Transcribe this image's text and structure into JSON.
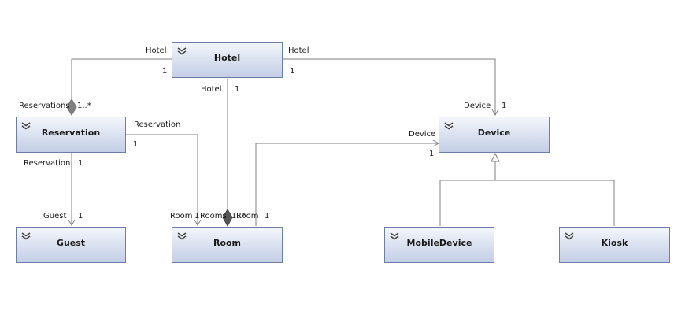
{
  "diagram": {
    "classes": {
      "hotel": "Hotel",
      "reservation": "Reservation",
      "device": "Device",
      "guest": "Guest",
      "room": "Room",
      "mobile_device": "MobileDevice",
      "kiosk": "Kiosk"
    },
    "labels": {
      "hotel_left_role": "Hotel",
      "hotel_left_mult": "1",
      "hotel_right_role": "Hotel",
      "hotel_right_mult": "1",
      "hotel_bottom_role": "Hotel",
      "hotel_bottom_mult": "1",
      "reservations_role": "Reservations",
      "reservations_mult": "1..*",
      "device_top_role": "Device",
      "device_top_mult": "1",
      "reservation_right_role": "Reservation",
      "reservation_right_mult": "1",
      "device_left_role": "Device",
      "device_left_mult": "1",
      "reservation_bottom_role": "Reservation",
      "reservation_bottom_mult": "1",
      "guest_role": "Guest",
      "guest_mult": "1",
      "room_role_1": "Room",
      "room_mult_1": "1",
      "rooms_role": "Rooms",
      "rooms_mult": "1..*",
      "room_role_2": "Room",
      "room_mult_2": "1"
    },
    "colors": {
      "box_border": "#6b7fa6",
      "box_fill_top": "#f4f6fb",
      "box_fill_bottom": "#c3cee5",
      "connector": "#7f7f7f",
      "diamond": "#808080",
      "diamond_dark": "#555555"
    },
    "icons": {
      "collapse": "double-chevron-down-icon"
    }
  }
}
